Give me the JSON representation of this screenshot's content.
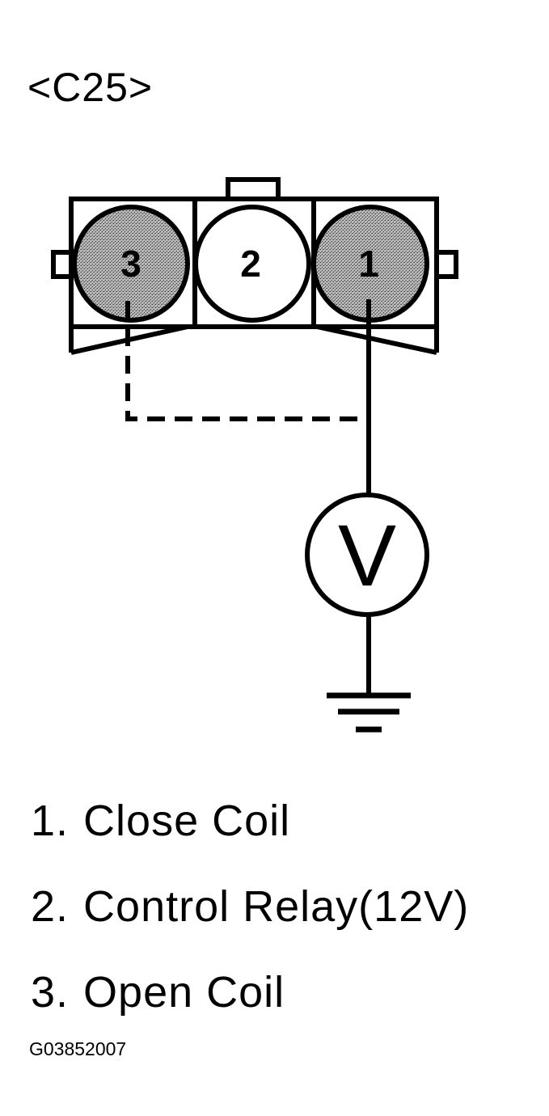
{
  "connector_id": "<C25>",
  "pins": [
    {
      "number": "1",
      "shaded": true
    },
    {
      "number": "2",
      "shaded": false
    },
    {
      "number": "3",
      "shaded": true
    }
  ],
  "meter_symbol": "V",
  "icons": [
    "connector-icon",
    "voltmeter-icon",
    "ground-icon"
  ],
  "legend": [
    {
      "num": "1.",
      "label": "Close Coil"
    },
    {
      "num": "2.",
      "label": "Control Relay(12V)"
    },
    {
      "num": "3.",
      "label": "Open Coil"
    }
  ],
  "figure_code": "G03852007"
}
